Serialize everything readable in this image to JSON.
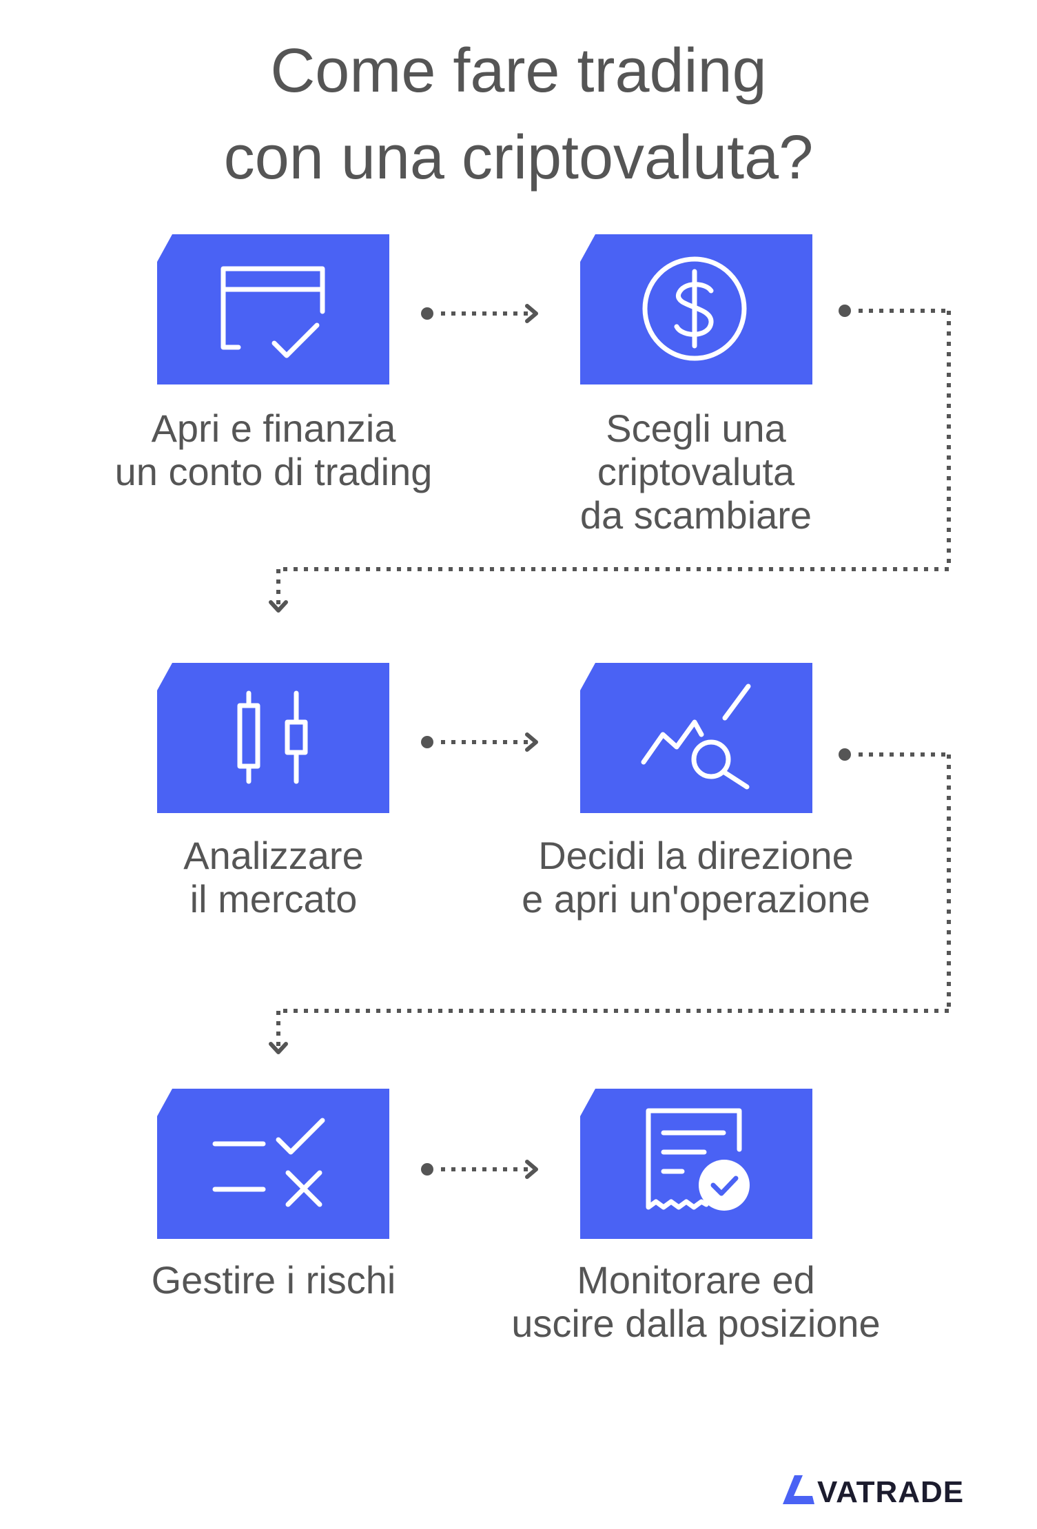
{
  "title": {
    "line1": "Come fare trading",
    "line2": "con una criptovaluta?"
  },
  "steps": [
    {
      "icon": "credit-card-check-icon",
      "lines": [
        "Apri e finanzia",
        "un conto di trading"
      ]
    },
    {
      "icon": "dollar-coin-icon",
      "lines": [
        "Scegli una",
        "criptovaluta",
        "da scambiare"
      ]
    },
    {
      "icon": "candlestick-icon",
      "lines": [
        "Analizzare",
        "il mercato"
      ]
    },
    {
      "icon": "chart-magnifier-icon",
      "lines": [
        "Decidi la direzione",
        "e apri un'operazione"
      ]
    },
    {
      "icon": "check-cross-list-icon",
      "lines": [
        "Gestire i rischi"
      ]
    },
    {
      "icon": "receipt-check-icon",
      "lines": [
        "Monitorare ed",
        "uscire dalla posizione"
      ]
    }
  ],
  "logo": {
    "text": "AVATRADE"
  },
  "colors": {
    "card": "#4a62f4",
    "text": "#555555",
    "dots": "#555555",
    "logo_accent": "#4a62f4",
    "logo_text": "#1c1c2e"
  }
}
